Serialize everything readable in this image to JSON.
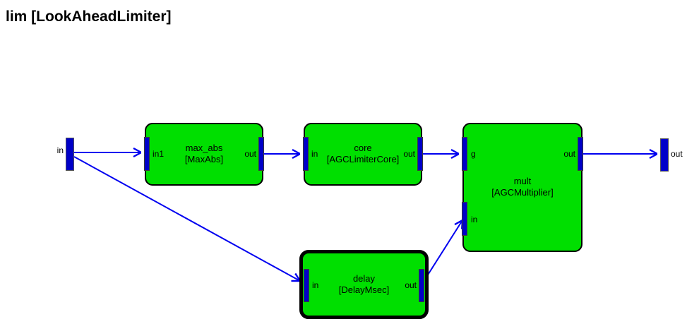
{
  "title": "lim [LookAheadLimiter]",
  "colors": {
    "background": "#ffffff",
    "block_fill": "#00DF00",
    "block_border": "#000000",
    "port_bar": "#0000C8",
    "wire": "#0000F0",
    "text": "#000000"
  },
  "terminals": {
    "input": "in",
    "output": "out"
  },
  "blocks": {
    "max_abs": {
      "name": "max_abs",
      "type": "[MaxAbs]",
      "ports": {
        "in1": "in1",
        "out": "out"
      }
    },
    "core": {
      "name": "core",
      "type": "[AGCLimiterCore]",
      "ports": {
        "in": "in",
        "out": "out"
      }
    },
    "mult": {
      "name": "mult",
      "type": "[AGCMultiplier]",
      "ports": {
        "g": "g",
        "in": "in",
        "out": "out"
      }
    },
    "delay": {
      "name": "delay",
      "type": "[DelayMsec]",
      "selected": true,
      "ports": {
        "in": "in",
        "out": "out"
      }
    }
  }
}
